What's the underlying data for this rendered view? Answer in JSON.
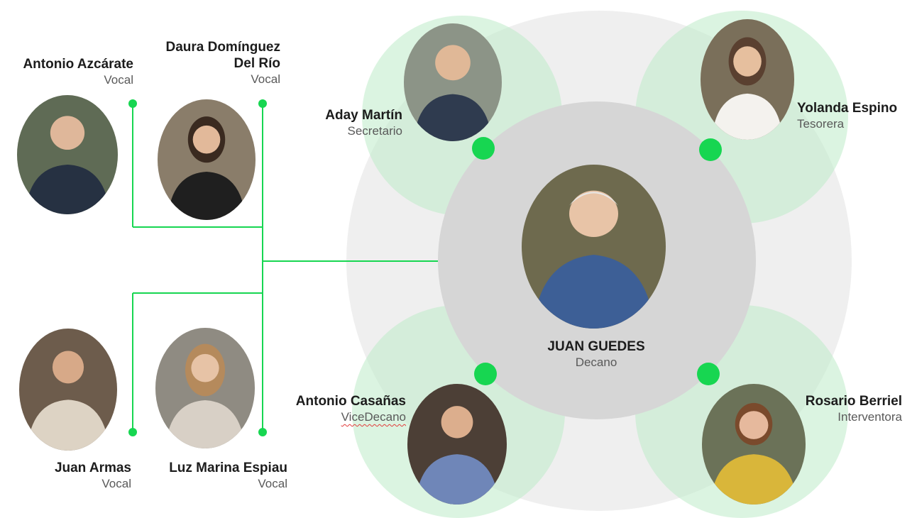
{
  "colors": {
    "accent": "#17d651",
    "light_green": "#e2f6e6",
    "light_gray": "#efefef",
    "center_gray": "#d6d6d6"
  },
  "dean": {
    "name": "JUAN GUEDES",
    "role": "Decano",
    "photo": "person-photo"
  },
  "board": [
    {
      "name": "Aday Martín",
      "role": "Secretario"
    },
    {
      "name": "Yolanda Espino",
      "role": "Tesorera"
    },
    {
      "name": "Antonio Casañas",
      "role": "ViceDecano"
    },
    {
      "name": "Rosario Berriel",
      "role": "Interventora"
    }
  ],
  "vocals": [
    {
      "name": "Antonio Azcárate",
      "role": "Vocal"
    },
    {
      "name_line1": "Daura Domínguez",
      "name_line2": "Del Río",
      "role": "Vocal"
    },
    {
      "name": "Juan Armas",
      "role": "Vocal"
    },
    {
      "name": "Luz Marina Espiau",
      "role": "Vocal"
    }
  ]
}
